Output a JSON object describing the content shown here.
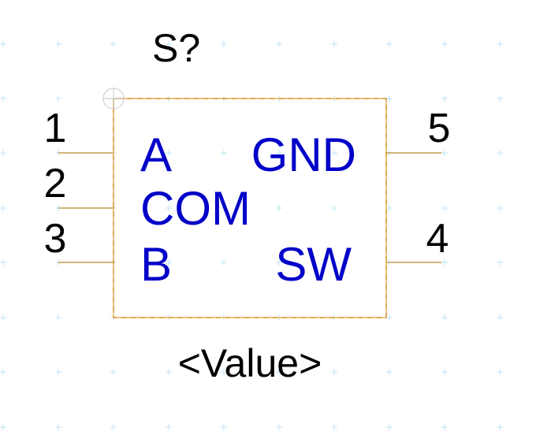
{
  "component": {
    "designator": "S?",
    "value": "<Value>",
    "colors": {
      "body_outline": "#d4901c",
      "pin_line": "#b8862a",
      "pin_name": "#0000c8",
      "pin_number": "#000000",
      "grid": "#bfe3f5",
      "background": "#ffffff"
    },
    "pins": [
      {
        "number": "1",
        "name": "A",
        "side": "left"
      },
      {
        "number": "2",
        "name": "COM",
        "side": "left"
      },
      {
        "number": "3",
        "name": "B",
        "side": "left"
      },
      {
        "number": "5",
        "name": "GND",
        "side": "right"
      },
      {
        "number": "4",
        "name": "SW",
        "side": "right"
      }
    ]
  }
}
